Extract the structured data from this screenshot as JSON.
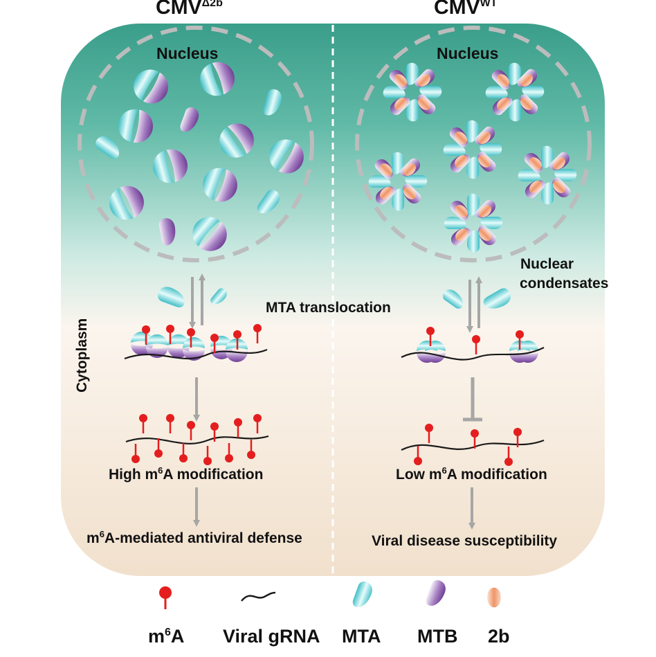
{
  "left_panel": {
    "title_main": "CMV",
    "title_super": "Δ2b",
    "nucleus_label": "Nucleus",
    "cytoplasm_label": "Cytoplasm",
    "result_prefix": "High m",
    "result_sup": "6",
    "result_suffix": "A modification",
    "outcome_prefix": "m",
    "outcome_sup": "6",
    "outcome_suffix": "A-mediated antiviral defense"
  },
  "right_panel": {
    "title_main": "CMV",
    "title_super": "WT",
    "nucleus_label": "Nucleus",
    "condensate_label_line1": "Nuclear",
    "condensate_label_line2": "condensates",
    "result_prefix": "Low m",
    "result_sup": "6",
    "result_suffix": "A modification",
    "outcome": "Viral disease susceptibility"
  },
  "center": {
    "translocation_label": "MTA translocation"
  },
  "legend": {
    "m6a_prefix": "m",
    "m6a_sup": "6",
    "m6a_suffix": "A",
    "viral_grna": "Viral gRNA",
    "mta": "MTA",
    "mtb": "MTB",
    "protein_2b": "2b"
  },
  "colors": {
    "bg_top": "#3a9e8a",
    "bg_bottom": "#f4e4d2",
    "m6a_red": "#e41e1e",
    "mta_cyan": "#56c9cc",
    "mtb_purple": "#8a5aa8",
    "protein_2b_orange": "#ef9468",
    "arrow_gray": "#a6a6a6"
  }
}
